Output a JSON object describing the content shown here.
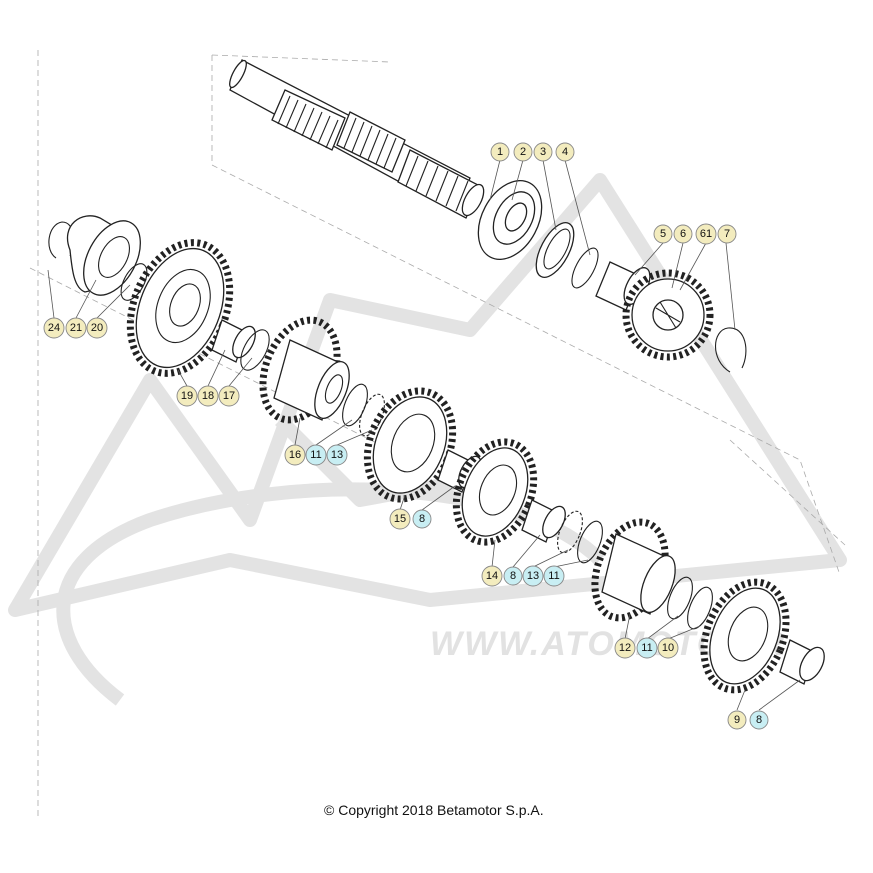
{
  "colors": {
    "callout_yellow": "#f3ecbe",
    "callout_blue": "#c8eef3",
    "line": "#222222",
    "watermark": "#e3e3e3"
  },
  "watermark_text": "WWW.ATOMOTO.FR",
  "copyright": "© Copyright 2018 Betamotor S.p.A.",
  "callouts": [
    {
      "label": "1",
      "tone": "yellow"
    },
    {
      "label": "2",
      "tone": "yellow"
    },
    {
      "label": "3",
      "tone": "yellow"
    },
    {
      "label": "4",
      "tone": "yellow"
    },
    {
      "label": "5",
      "tone": "yellow"
    },
    {
      "label": "6",
      "tone": "yellow"
    },
    {
      "label": "61",
      "tone": "yellow"
    },
    {
      "label": "7",
      "tone": "yellow"
    },
    {
      "label": "24",
      "tone": "yellow"
    },
    {
      "label": "21",
      "tone": "yellow"
    },
    {
      "label": "20",
      "tone": "yellow"
    },
    {
      "label": "19",
      "tone": "yellow"
    },
    {
      "label": "18",
      "tone": "yellow"
    },
    {
      "label": "17",
      "tone": "yellow"
    },
    {
      "label": "16",
      "tone": "yellow"
    },
    {
      "label": "11",
      "tone": "blue"
    },
    {
      "label": "13",
      "tone": "blue"
    },
    {
      "label": "15",
      "tone": "yellow"
    },
    {
      "label": "8",
      "tone": "blue"
    },
    {
      "label": "14",
      "tone": "yellow"
    },
    {
      "label": "8",
      "tone": "blue"
    },
    {
      "label": "13",
      "tone": "blue"
    },
    {
      "label": "11",
      "tone": "blue"
    },
    {
      "label": "12",
      "tone": "yellow"
    },
    {
      "label": "11",
      "tone": "blue"
    },
    {
      "label": "10",
      "tone": "yellow"
    },
    {
      "label": "9",
      "tone": "yellow"
    },
    {
      "label": "8",
      "tone": "blue"
    }
  ]
}
